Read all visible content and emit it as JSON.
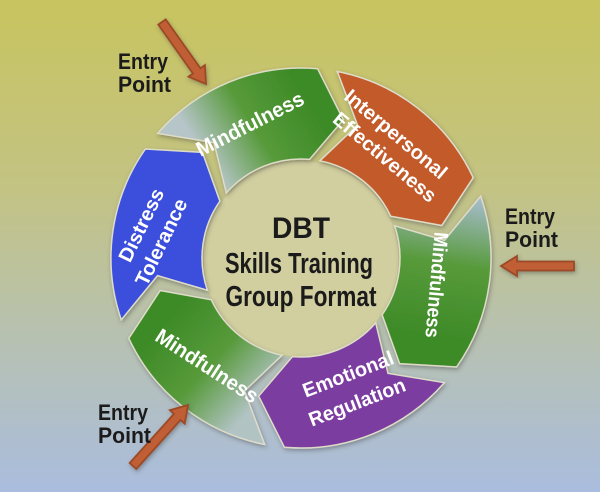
{
  "colors": {
    "bg_top": "#c8c45f",
    "bg_upper": "#c3c383",
    "bg_lower": "#b7c1b0",
    "bg_bottom": "#aabdde",
    "center_fill": "#d1cf9f",
    "text_black": "#1b1b1b",
    "text_white": "#ffffff",
    "orange": "#c25a2b",
    "purple": "#7c3ea1",
    "blue": "#3b50dc",
    "green_dark": "#3e8b28",
    "green_mid": "#579a3a",
    "green_pale_top": "#b6c5c8",
    "green_pale_right": "#a9bdd2",
    "green_pale_bottom": "#b2c3c4",
    "arrow_fill": "#c05f34",
    "arrow_stroke": "#9c4a26"
  },
  "center": {
    "title": "DBT",
    "line2": "Skills Training",
    "line3": "Group Format"
  },
  "segments": [
    {
      "id": "mindfulness-top-left",
      "label": "Mindfulness"
    },
    {
      "id": "interpersonal-effectiveness",
      "line1": "Interpersonal",
      "line2": "Effectiveness"
    },
    {
      "id": "mindfulness-right",
      "label": "Mindfulness"
    },
    {
      "id": "emotional-regulation",
      "line1": "Emotional",
      "line2": "Regulation"
    },
    {
      "id": "mindfulness-bottom-left",
      "label": "Mindfulness"
    },
    {
      "id": "distress-tolerance",
      "line1": "Distress",
      "line2": "Tolerance"
    }
  ],
  "entry_points": [
    {
      "position": "top-left",
      "line1": "Entry",
      "line2": "Point"
    },
    {
      "position": "right",
      "line1": "Entry",
      "line2": "Point"
    },
    {
      "position": "bottom-left",
      "line1": "Entry",
      "line2": "Point"
    }
  ]
}
